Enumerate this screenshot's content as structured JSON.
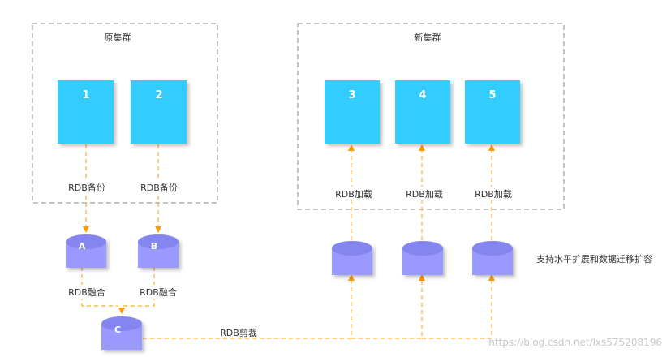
{
  "colors": {
    "node": "#33ccff",
    "db": "#9999ff",
    "db_top": "#8585f0",
    "arrow": "#ffaa33",
    "arrow_head": "#ff9900",
    "group_border": "#888888"
  },
  "groups": {
    "old": {
      "title": "原集群"
    },
    "new": {
      "title": "新集群"
    }
  },
  "nodes": {
    "n1": "1",
    "n2": "2",
    "n3": "3",
    "n4": "4",
    "n5": "5"
  },
  "databases": {
    "a": "A",
    "b": "B",
    "c": "C"
  },
  "edge_labels": {
    "backup_1": "RDB备份",
    "backup_2": "RDB备份",
    "merge_a": "RDB融合",
    "merge_b": "RDB融合",
    "cut": "RDB剪裁",
    "load_3": "RDB加载",
    "load_4": "RDB加载",
    "load_5": "RDB加载"
  },
  "note": "支持水平扩展和数据迁移扩容",
  "watermark": "https://blog.csdn.net/lxs575208196"
}
